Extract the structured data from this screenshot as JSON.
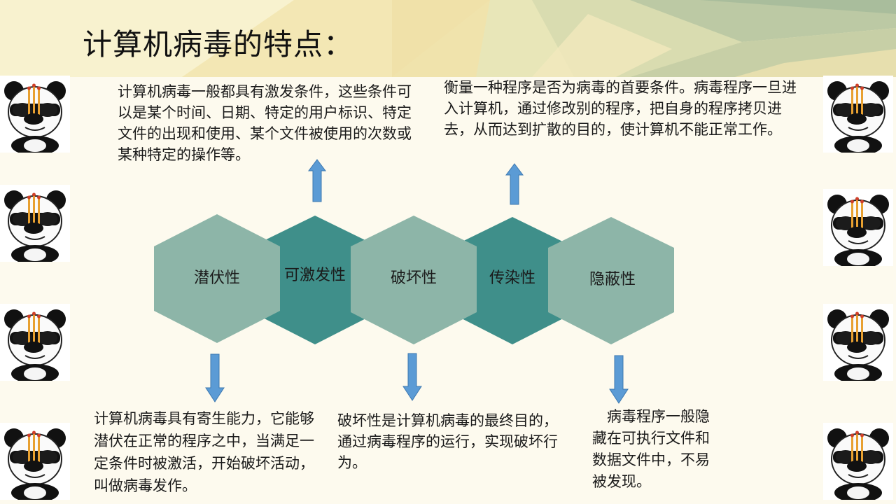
{
  "title": "计算机病毒的特点：",
  "hexagons": [
    {
      "label": "潜伏性"
    },
    {
      "label": "可激发性"
    },
    {
      "label": "破坏性"
    },
    {
      "label": "传染性"
    },
    {
      "label": "隐蔽性"
    }
  ],
  "descriptions": {
    "excitability": "计算机病毒一般都具有激发条件，这些条件可以是某个时间、日期、特定的用户标识、特定文件的出现和使用、某个文件被使用的次数或某种特定的操作等。",
    "infectivity": "衡量一种程序是否为病毒的首要条件。病毒程序一旦进入计算机，通过修改别的程序，把自身的程序拷贝进去，从而达到扩散的目的，使计算机不能正常工作。",
    "latency": "计算机病毒具有寄生能力，它能够潜伏在正常的程序之中，当满足一定条件时被激活，开始破坏活动，叫做病毒发作。",
    "destructiveness": "破坏性是计算机病毒的最终目的，通过病毒程序的运行，实现破坏行为。",
    "concealment": "　病毒程序一般隐藏在可执行文件和数据文件中，不易被发现。"
  },
  "colors": {
    "hex_light": "#8db5a8",
    "hex_dark": "#3f8f8a",
    "arrow": "#5b9bd5",
    "arrow_stroke": "#3d78b0"
  },
  "icons": [
    "panda-icon"
  ]
}
